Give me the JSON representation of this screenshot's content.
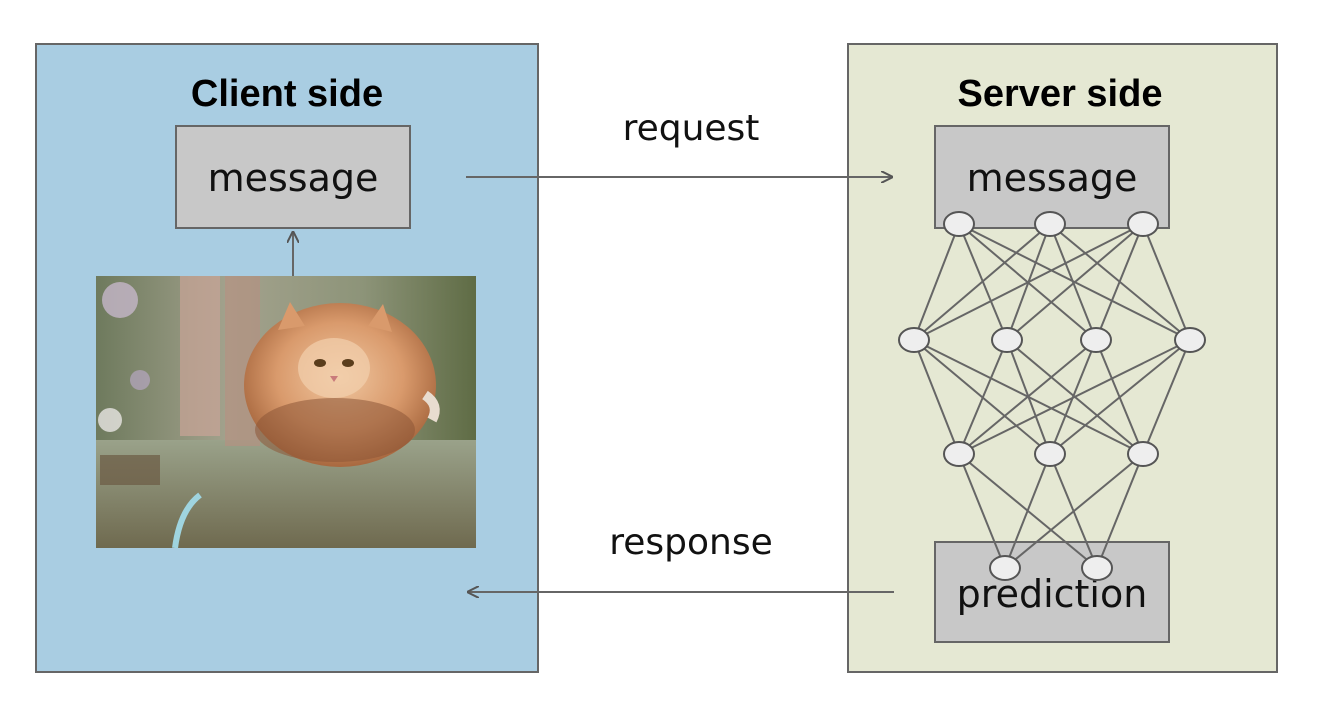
{
  "client": {
    "title": "Client side",
    "message_label": "message",
    "image_desc_icon": "flying-cat-photo",
    "fill": "#a9cde2"
  },
  "server": {
    "title": "Server side",
    "message_label": "message",
    "prediction_label": "prediction",
    "fill": "#e5e8d3"
  },
  "arrows": {
    "request_label": "request",
    "response_label": "response"
  },
  "network": {
    "layers": [
      3,
      4,
      3,
      2
    ]
  },
  "colors": {
    "box_fill": "#c8c8c8",
    "border": "#666666"
  }
}
